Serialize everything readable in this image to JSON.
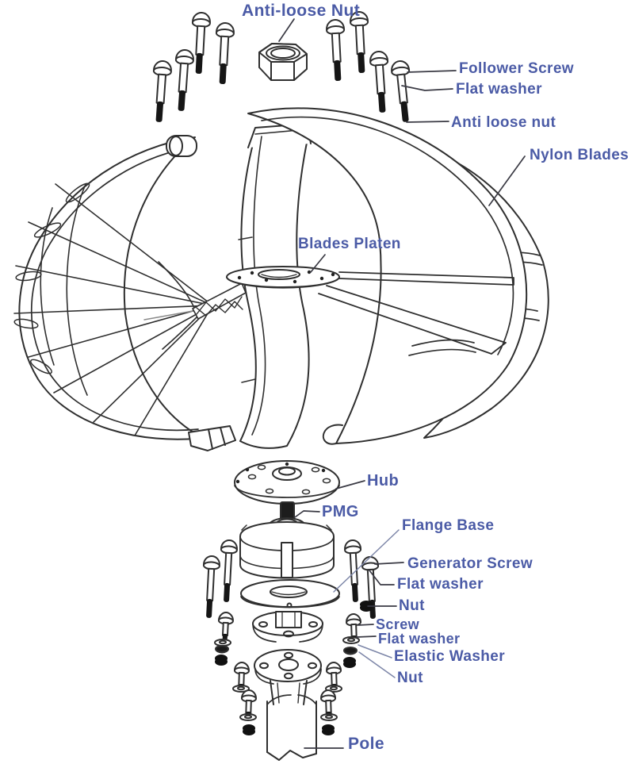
{
  "diagram": {
    "type": "exploded-parts-diagram",
    "subject": "Vertical axis lantern wind turbine assembly",
    "background": "#ffffff",
    "line_color": "#2f2f2f",
    "label_color": "#4b5ba6",
    "leader_color_dark": "#3a3a44",
    "leader_color_light": "#7d86a8",
    "labels": [
      {
        "id": "anti-loose-nut-top",
        "text": "Anti-loose Nut"
      },
      {
        "id": "follower-screw",
        "text": "Follower Screw"
      },
      {
        "id": "flat-washer-top",
        "text": "Flat washer"
      },
      {
        "id": "anti-loose-nut-right",
        "text": "Anti loose nut"
      },
      {
        "id": "nylon-blades",
        "text": "Nylon Blades"
      },
      {
        "id": "blades-platen",
        "text": "Blades Platen"
      },
      {
        "id": "hub",
        "text": "Hub"
      },
      {
        "id": "pmg",
        "text": "PMG"
      },
      {
        "id": "flange-base",
        "text": "Flange Base"
      },
      {
        "id": "generator-screw",
        "text": "Generator Screw"
      },
      {
        "id": "flat-washer-mid",
        "text": "Flat washer"
      },
      {
        "id": "nut-mid",
        "text": "Nut"
      },
      {
        "id": "screw",
        "text": "Screw"
      },
      {
        "id": "flat-washer-bottom",
        "text": "Flat washer"
      },
      {
        "id": "elastic-washer",
        "text": "Elastic Washer"
      },
      {
        "id": "nut-bottom",
        "text": "Nut"
      },
      {
        "id": "pole",
        "text": "Pole"
      }
    ]
  }
}
